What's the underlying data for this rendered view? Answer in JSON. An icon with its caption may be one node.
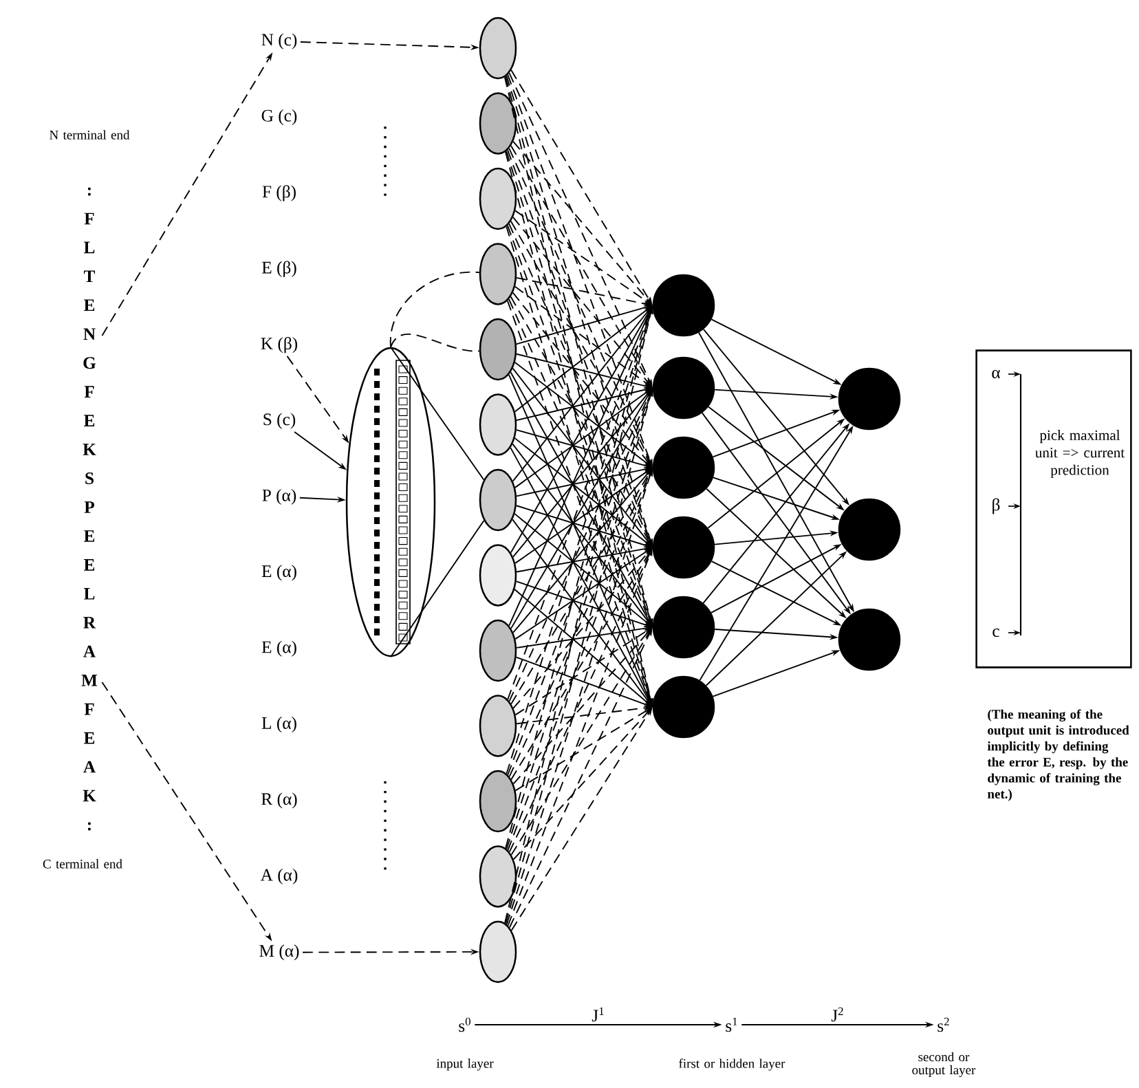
{
  "diagram": {
    "nodes": [
      {
        "text": [
          ":",
          "F",
          "L",
          "T",
          "E",
          "N",
          "G",
          "F",
          "E",
          "K",
          "S",
          "P",
          "E",
          "E",
          "L",
          "R",
          "A",
          "M",
          "F",
          "E",
          "A",
          "K",
          ":"
        ],
        "beside": [
          "N terminal end",
          "C terminal end"
        ]
      },
      {
        "text": [
          "N (c)"
        ]
      },
      {
        "text": [
          "G (c)"
        ]
      },
      {
        "text": [
          "F (β)"
        ]
      },
      {
        "text": [
          "E (β)"
        ]
      },
      {
        "text": [
          "K (β)"
        ]
      },
      {
        "text": [
          "S (c)"
        ]
      },
      {
        "text": [
          "P (α)"
        ]
      },
      {
        "text": [
          "E (α)"
        ]
      },
      {
        "text": [
          "E (α)"
        ]
      },
      {
        "text": [
          "L (α)"
        ]
      },
      {
        "text": [
          "R (α)"
        ]
      },
      {
        "text": [
          "A (α)"
        ]
      },
      {
        "text": [
          "M (α)"
        ]
      },
      {
        "text": [],
        "shape": "ellipse"
      },
      {
        "text": [],
        "shape": "ellipse"
      },
      {
        "text": [],
        "shape": "ellipse"
      },
      {
        "text": [],
        "shape": "ellipse"
      },
      {
        "text": [],
        "shape": "ellipse"
      },
      {
        "text": [],
        "shape": "ellipse"
      },
      {
        "text": [],
        "shape": "ellipse"
      },
      {
        "text": [],
        "shape": "ellipse"
      },
      {
        "text": [],
        "shape": "ellipse"
      },
      {
        "text": [],
        "shape": "ellipse"
      },
      {
        "text": [],
        "shape": "ellipse"
      },
      {
        "text": [],
        "shape": "ellipse"
      },
      {
        "text": [],
        "shape": "ellipse"
      },
      {
        "text": [],
        "shape": "ellipse"
      },
      {
        "text": [],
        "shape": "circle"
      },
      {
        "text": [],
        "shape": "circle"
      },
      {
        "text": [],
        "shape": "circle"
      },
      {
        "text": [],
        "shape": "circle"
      },
      {
        "text": [],
        "shape": "circle"
      },
      {
        "text": [],
        "shape": "circle"
      },
      {
        "text": [],
        "shape": "circle"
      },
      {
        "text": [],
        "shape": "circle"
      },
      {
        "text": [],
        "shape": "circle"
      },
      {
        "text": [
          "α",
          "β",
          "c",
          "pick maximal unit => current prediction"
        ]
      },
      {
        "text": [
          "s$^{0}$"
        ],
        "beside": [
          "input layer"
        ]
      },
      {
        "text": [
          "s$^{1}$"
        ],
        "beside": [
          "first or hidden layer"
        ]
      },
      {
        "text": [
          "s$^{2}$"
        ],
        "beside": [
          "second or output layer"
        ]
      }
    ],
    "edges": [
      {
        "from": 0,
        "to": 1,
        "arrow": "to",
        "style": "dashed"
      },
      {
        "from": 0,
        "to": 13,
        "arrow": "to",
        "style": "dashed"
      },
      {
        "from": 1,
        "to": 14,
        "arrow": "to",
        "style": "dashed"
      },
      {
        "from": 13,
        "to": 26,
        "arrow": "to",
        "style": "dashed"
      },
      {
        "from": 5,
        "to": 27,
        "arrow": "to",
        "style": "dashed"
      },
      {
        "from": 6,
        "to": 27,
        "arrow": "to"
      },
      {
        "from": 7,
        "to": 27,
        "arrow": "to"
      },
      {
        "from": 27,
        "to": 17,
        "arrow": "none",
        "style": "dashed"
      },
      {
        "from": 27,
        "to": 18,
        "arrow": "none",
        "style": "dashed"
      },
      {
        "from": 27,
        "to": 20,
        "arrow": "none"
      },
      {
        "from": 27,
        "to": 20,
        "arrow": "none"
      },
      {
        "from": 14,
        "to": 28,
        "arrow": "to",
        "style": "dashed"
      },
      {
        "from": 14,
        "to": 29,
        "arrow": "to",
        "style": "dashed"
      },
      {
        "from": 14,
        "to": 30,
        "arrow": "to",
        "style": "dashed"
      },
      {
        "from": 14,
        "to": 31,
        "arrow": "to",
        "style": "dashed"
      },
      {
        "from": 14,
        "to": 32,
        "arrow": "to",
        "style": "dashed"
      },
      {
        "from": 14,
        "to": 33,
        "arrow": "to",
        "style": "dashed"
      },
      {
        "from": 15,
        "to": 28,
        "arrow": "to",
        "style": "dashed"
      },
      {
        "from": 15,
        "to": 29,
        "arrow": "to",
        "style": "dashed"
      },
      {
        "from": 15,
        "to": 30,
        "arrow": "to",
        "style": "dashed"
      },
      {
        "from": 15,
        "to": 31,
        "arrow": "to",
        "style": "dashed"
      },
      {
        "from": 15,
        "to": 32,
        "arrow": "to",
        "style": "dashed"
      },
      {
        "from": 15,
        "to": 33,
        "arrow": "to",
        "style": "dashed"
      },
      {
        "from": 16,
        "to": 28,
        "arrow": "to",
        "style": "dashed"
      },
      {
        "from": 16,
        "to": 29,
        "arrow": "to",
        "style": "dashed"
      },
      {
        "from": 16,
        "to": 30,
        "arrow": "to",
        "style": "dashed"
      },
      {
        "from": 16,
        "to": 31,
        "arrow": "to",
        "style": "dashed"
      },
      {
        "from": 16,
        "to": 32,
        "arrow": "to",
        "style": "dashed"
      },
      {
        "from": 16,
        "to": 33,
        "arrow": "to",
        "style": "dashed"
      },
      {
        "from": 17,
        "to": 28,
        "arrow": "to",
        "style": "dashed"
      },
      {
        "from": 17,
        "to": 29,
        "arrow": "to",
        "style": "dashed"
      },
      {
        "from": 17,
        "to": 30,
        "arrow": "to",
        "style": "dashed"
      },
      {
        "from": 17,
        "to": 31,
        "arrow": "to",
        "style": "dashed"
      },
      {
        "from": 17,
        "to": 32,
        "arrow": "to",
        "style": "dashed"
      },
      {
        "from": 17,
        "to": 33,
        "arrow": "to",
        "style": "dashed"
      },
      {
        "from": 18,
        "to": 28,
        "arrow": "to"
      },
      {
        "from": 18,
        "to": 29,
        "arrow": "to"
      },
      {
        "from": 18,
        "to": 30,
        "arrow": "to"
      },
      {
        "from": 18,
        "to": 31,
        "arrow": "to"
      },
      {
        "from": 18,
        "to": 32,
        "arrow": "to"
      },
      {
        "from": 18,
        "to": 33,
        "arrow": "to"
      },
      {
        "from": 19,
        "to": 28,
        "arrow": "to"
      },
      {
        "from": 19,
        "to": 29,
        "arrow": "to"
      },
      {
        "from": 19,
        "to": 30,
        "arrow": "to"
      },
      {
        "from": 19,
        "to": 31,
        "arrow": "to"
      },
      {
        "from": 19,
        "to": 32,
        "arrow": "to"
      },
      {
        "from": 19,
        "to": 33,
        "arrow": "to"
      },
      {
        "from": 20,
        "to": 28,
        "arrow": "to"
      },
      {
        "from": 20,
        "to": 29,
        "arrow": "to"
      },
      {
        "from": 20,
        "to": 30,
        "arrow": "to"
      },
      {
        "from": 20,
        "to": 31,
        "arrow": "to"
      },
      {
        "from": 20,
        "to": 32,
        "arrow": "to"
      },
      {
        "from": 20,
        "to": 33,
        "arrow": "to"
      },
      {
        "from": 21,
        "to": 28,
        "arrow": "to"
      },
      {
        "from": 21,
        "to": 29,
        "arrow": "to"
      },
      {
        "from": 21,
        "to": 30,
        "arrow": "to"
      },
      {
        "from": 21,
        "to": 31,
        "arrow": "to"
      },
      {
        "from": 21,
        "to": 32,
        "arrow": "to"
      },
      {
        "from": 21,
        "to": 33,
        "arrow": "to"
      },
      {
        "from": 22,
        "to": 28,
        "arrow": "to"
      },
      {
        "from": 22,
        "to": 29,
        "arrow": "to"
      },
      {
        "from": 22,
        "to": 30,
        "arrow": "to"
      },
      {
        "from": 22,
        "to": 31,
        "arrow": "to"
      },
      {
        "from": 22,
        "to": 32,
        "arrow": "to"
      },
      {
        "from": 22,
        "to": 33,
        "arrow": "to"
      },
      {
        "from": 23,
        "to": 28,
        "arrow": "to",
        "style": "dashed"
      },
      {
        "from": 23,
        "to": 29,
        "arrow": "to",
        "style": "dashed"
      },
      {
        "from": 23,
        "to": 30,
        "arrow": "to",
        "style": "dashed"
      },
      {
        "from": 23,
        "to": 31,
        "arrow": "to",
        "style": "dashed"
      },
      {
        "from": 23,
        "to": 32,
        "arrow": "to",
        "style": "dashed"
      },
      {
        "from": 23,
        "to": 33,
        "arrow": "to",
        "style": "dashed"
      },
      {
        "from": 24,
        "to": 28,
        "arrow": "to",
        "style": "dashed"
      },
      {
        "from": 24,
        "to": 29,
        "arrow": "to",
        "style": "dashed"
      },
      {
        "from": 24,
        "to": 30,
        "arrow": "to",
        "style": "dashed"
      },
      {
        "from": 24,
        "to": 31,
        "arrow": "to",
        "style": "dashed"
      },
      {
        "from": 24,
        "to": 32,
        "arrow": "to",
        "style": "dashed"
      },
      {
        "from": 24,
        "to": 33,
        "arrow": "to",
        "style": "dashed"
      },
      {
        "from": 25,
        "to": 28,
        "arrow": "to",
        "style": "dashed"
      },
      {
        "from": 25,
        "to": 29,
        "arrow": "to",
        "style": "dashed"
      },
      {
        "from": 25,
        "to": 30,
        "arrow": "to",
        "style": "dashed"
      },
      {
        "from": 25,
        "to": 31,
        "arrow": "to",
        "style": "dashed"
      },
      {
        "from": 25,
        "to": 32,
        "arrow": "to",
        "style": "dashed"
      },
      {
        "from": 25,
        "to": 33,
        "arrow": "to",
        "style": "dashed"
      },
      {
        "from": 26,
        "to": 28,
        "arrow": "to",
        "style": "dashed"
      },
      {
        "from": 26,
        "to": 29,
        "arrow": "to",
        "style": "dashed"
      },
      {
        "from": 26,
        "to": 30,
        "arrow": "to",
        "style": "dashed"
      },
      {
        "from": 26,
        "to": 31,
        "arrow": "to",
        "style": "dashed"
      },
      {
        "from": 26,
        "to": 32,
        "arrow": "to",
        "style": "dashed"
      },
      {
        "from": 26,
        "to": 33,
        "arrow": "to",
        "style": "dashed"
      },
      {
        "from": 28,
        "to": 34,
        "arrow": "to"
      },
      {
        "from": 28,
        "to": 35,
        "arrow": "to"
      },
      {
        "from": 28,
        "to": 36,
        "arrow": "to"
      },
      {
        "from": 29,
        "to": 34,
        "arrow": "to"
      },
      {
        "from": 29,
        "to": 35,
        "arrow": "to"
      },
      {
        "from": 29,
        "to": 36,
        "arrow": "to"
      },
      {
        "from": 30,
        "to": 34,
        "arrow": "to"
      },
      {
        "from": 30,
        "to": 35,
        "arrow": "to"
      },
      {
        "from": 30,
        "to": 36,
        "arrow": "to"
      },
      {
        "from": 31,
        "to": 34,
        "arrow": "to"
      },
      {
        "from": 31,
        "to": 35,
        "arrow": "to"
      },
      {
        "from": 31,
        "to": 36,
        "arrow": "to"
      },
      {
        "from": 32,
        "to": 34,
        "arrow": "to"
      },
      {
        "from": 32,
        "to": 35,
        "arrow": "to"
      },
      {
        "from": 32,
        "to": 36,
        "arrow": "to"
      },
      {
        "from": 33,
        "to": 34,
        "arrow": "to"
      },
      {
        "from": 33,
        "to": 35,
        "arrow": "to"
      },
      {
        "from": 33,
        "to": 36,
        "arrow": "to"
      },
      {
        "from": 38,
        "to": 39,
        "arrow": "to",
        "label": "J$^{1}$"
      },
      {
        "from": 39,
        "to": 40,
        "arrow": "to",
        "label": "J$^{2}$"
      }
    ],
    "labels": [
      "(The meaning of the output unit is introduced implicitly by defining the error E, resp. by the dynamic of training the net.)"
    ]
  }
}
